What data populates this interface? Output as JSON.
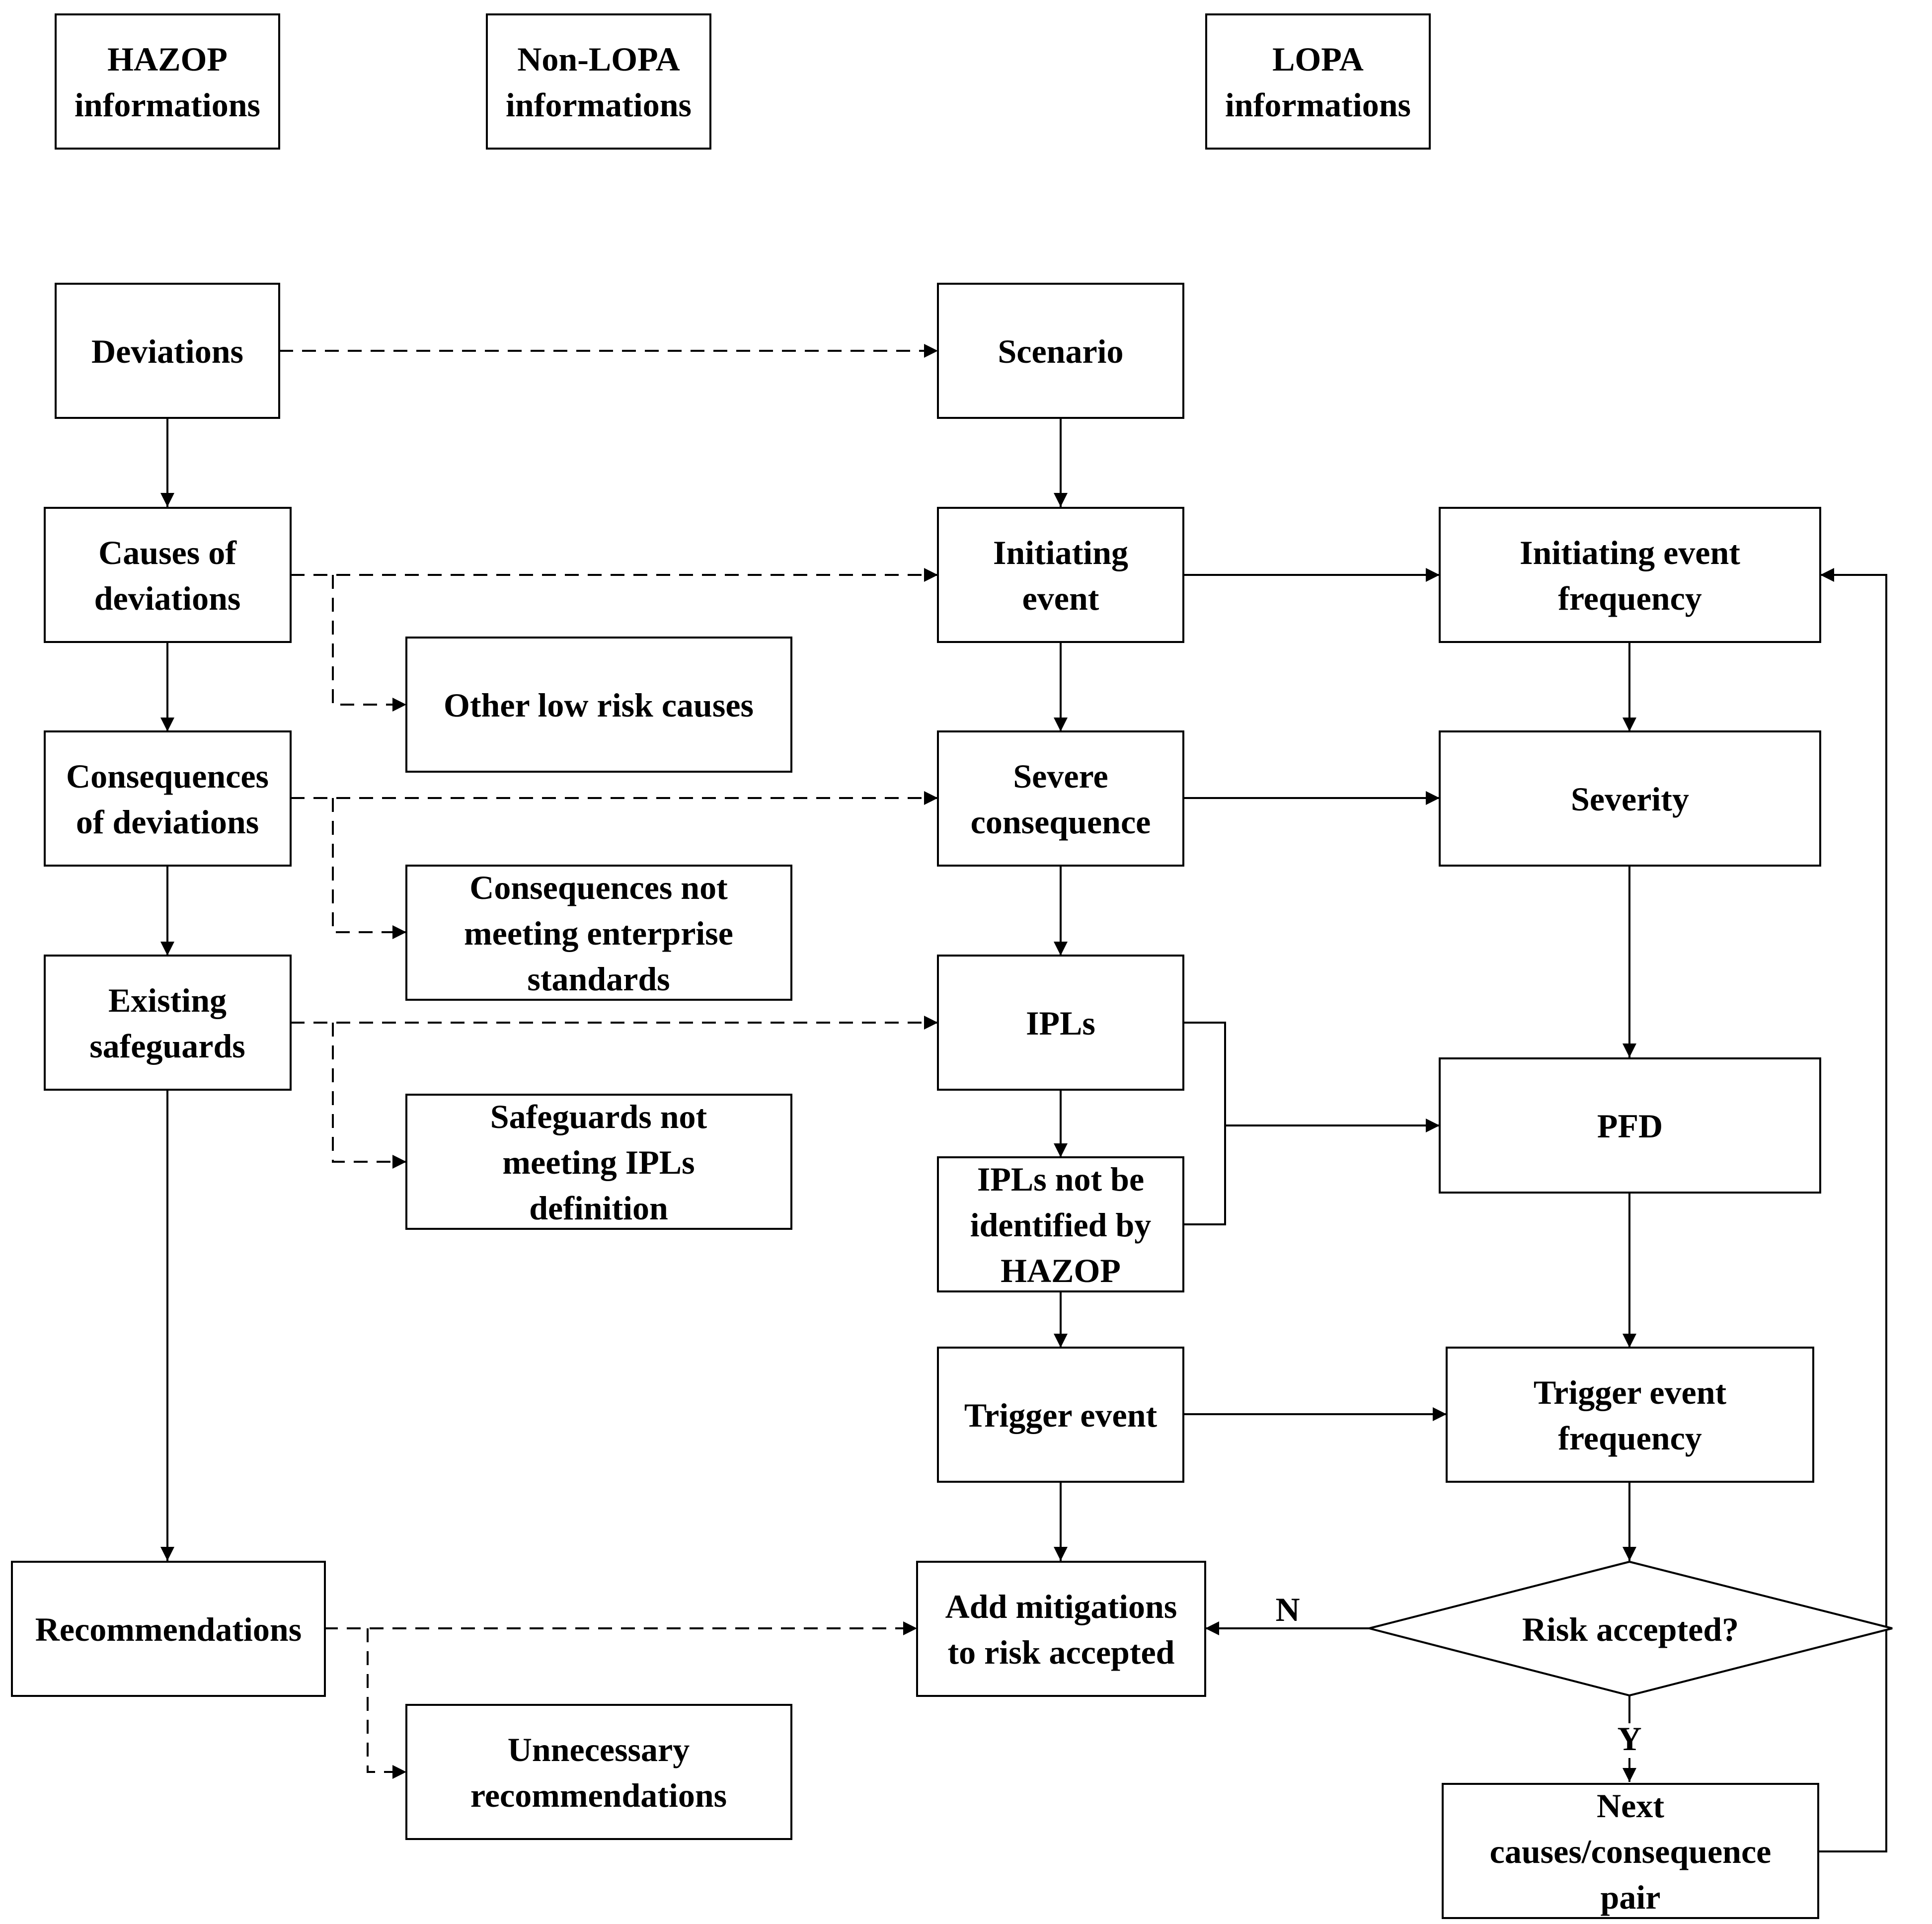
{
  "nodes": {
    "hazop_header": [
      "HAZOP",
      "informations"
    ],
    "nonlopa_header": [
      "Non-LOPA",
      "informations"
    ],
    "lopa_header": [
      "LOPA",
      "informations"
    ],
    "deviations": [
      "Deviations"
    ],
    "causes": [
      "Causes of",
      "deviations"
    ],
    "consequences": [
      "Consequences",
      "of deviations"
    ],
    "safeguards": [
      "Existing",
      "safeguards"
    ],
    "recommendations": [
      "Recommendations"
    ],
    "other_low_risk": [
      "Other low risk causes"
    ],
    "conseq_not_meeting": [
      "Consequences not",
      "meeting enterprise",
      "standards"
    ],
    "safeguards_not_meeting": [
      "Safeguards not",
      "meeting IPLs",
      "definition"
    ],
    "unnecessary_recs": [
      "Unnecessary",
      "recommendations"
    ],
    "scenario": [
      "Scenario"
    ],
    "initiating_event": [
      "Initiating",
      "event"
    ],
    "severe_consequence": [
      "Severe",
      "consequence"
    ],
    "ipls": [
      "IPLs"
    ],
    "ipls_not_identified": [
      "IPLs not be",
      "identified by",
      "HAZOP"
    ],
    "trigger_event": [
      "Trigger event"
    ],
    "add_mitigations": [
      "Add mitigations",
      "to risk accepted"
    ],
    "init_event_freq": [
      "Initiating event",
      "frequency"
    ],
    "severity": [
      "Severity"
    ],
    "pfd": [
      "PFD"
    ],
    "trigger_event_freq": [
      "Trigger event",
      "frequency"
    ],
    "risk_accepted": [
      "Risk accepted?"
    ],
    "next_pair": [
      "Next",
      "causes/consequence",
      "pair"
    ]
  },
  "edge_labels": {
    "no": "N",
    "yes": "Y"
  }
}
